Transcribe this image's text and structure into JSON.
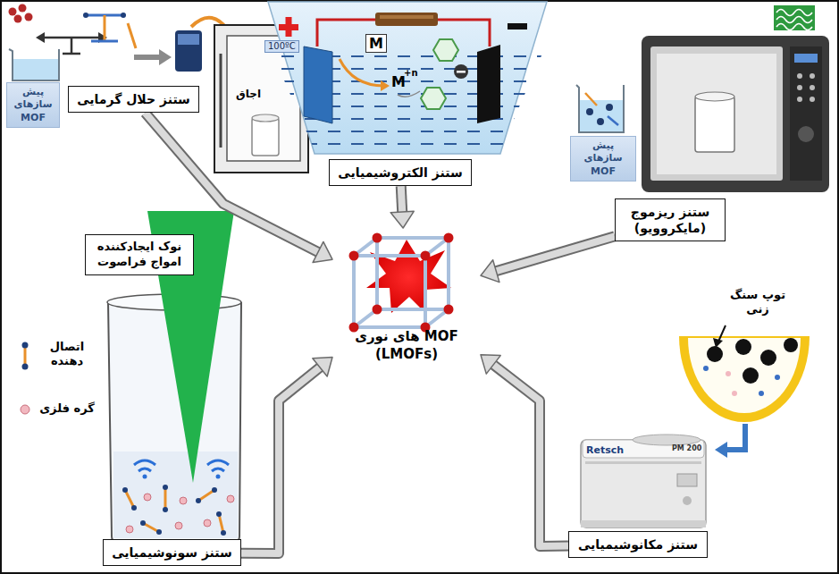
{
  "diagram": {
    "nodes": [
      {
        "text": [
          "پیش سازهای MOF"
        ]
      },
      {
        "text": [
          "ستنز حلال گرمایی"
        ]
      },
      {
        "text": [
          "ستنز الکتروشیمیایی"
        ]
      },
      {
        "text": [
          "پیش سازهای MOF"
        ]
      },
      {
        "text": [
          "ستنز ریزموج (مایکروویو)"
        ]
      },
      {
        "text": [
          "MOF های نوری (LMOFs)"
        ]
      },
      {
        "text": [
          "نوک ایجادکننده امواج فراصوت"
        ]
      },
      {
        "text": [
          "ستنز سونوشیمیایی"
        ]
      },
      {
        "text": [
          "ستنز مکانوشیمیایی"
        ]
      }
    ],
    "edges": [
      {
        "from": 1,
        "to": 5,
        "arrow": "to"
      },
      {
        "from": 2,
        "to": 5,
        "arrow": "to"
      },
      {
        "from": 4,
        "to": 5,
        "arrow": "to"
      },
      {
        "from": 7,
        "to": 5,
        "arrow": "to"
      },
      {
        "from": 8,
        "to": 5,
        "arrow": "to"
      }
    ],
    "labels": [
      "اجاق",
      "100ºC",
      "M",
      "M",
      "+n",
      "اتصال دهنده",
      "گره فلزی",
      "توپ سنگ زنی",
      "Retsch",
      "PM 200"
    ]
  }
}
